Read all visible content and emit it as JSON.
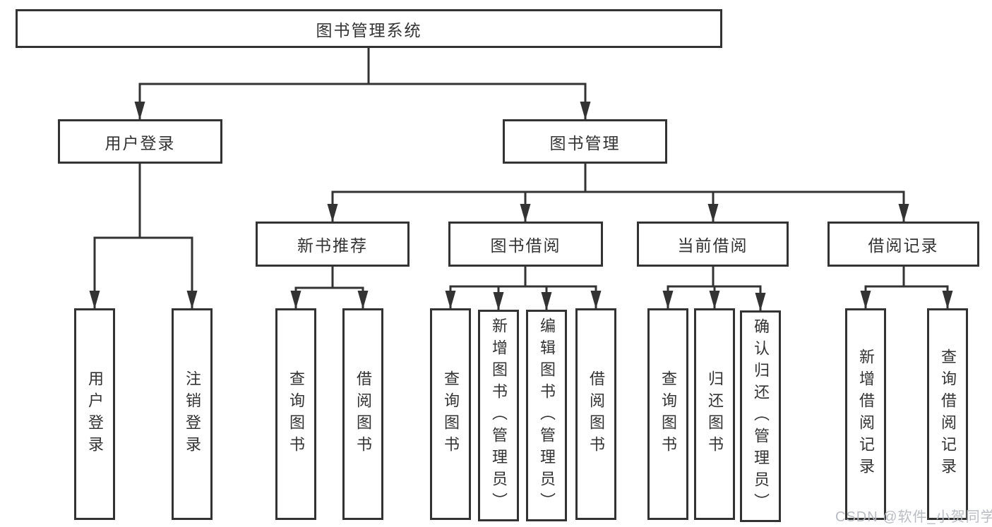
{
  "colors": {
    "line": "#333333",
    "box_border": "#333333",
    "text": "#333333",
    "watermark": "#b5b8bf",
    "background": "#ffffff"
  },
  "diagram": {
    "type": "hierarchy-tree",
    "root": {
      "label": "图书管理系统"
    },
    "branches": [
      {
        "label": "用户登录",
        "children": [
          {
            "label": "用户登录"
          },
          {
            "label": "注销登录"
          }
        ]
      },
      {
        "label": "图书管理",
        "children": [
          {
            "label": "新书推荐",
            "children": [
              {
                "label": "查询图书"
              },
              {
                "label": "借阅图书"
              }
            ]
          },
          {
            "label": "图书借阅",
            "children": [
              {
                "label": "查询图书"
              },
              {
                "label": "新增图书（管理员）"
              },
              {
                "label": "编辑图书（管理员）"
              },
              {
                "label": "借阅图书"
              }
            ]
          },
          {
            "label": "当前借阅",
            "children": [
              {
                "label": "查询图书"
              },
              {
                "label": "归还图书"
              },
              {
                "label": "确认归还（管理员）"
              }
            ]
          },
          {
            "label": "借阅记录",
            "children": [
              {
                "label": "新增借阅记录"
              },
              {
                "label": "查询借阅记录"
              }
            ]
          }
        ]
      }
    ]
  },
  "watermark": {
    "text": "CSDN @软件_小贺同学"
  }
}
